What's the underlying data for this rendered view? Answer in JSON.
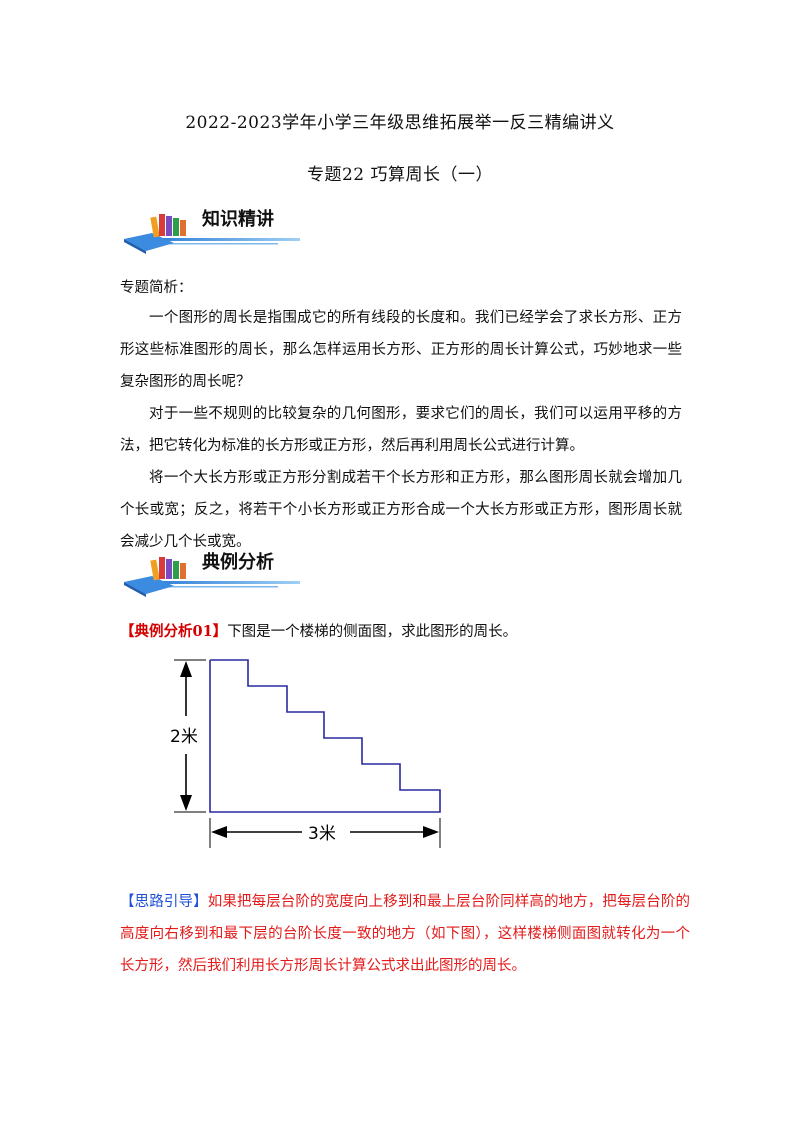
{
  "header": {
    "title": "2022-2023学年小学三年级思维拓展举一反三精编讲义",
    "subtitle": "专题22 巧算周长（一）"
  },
  "sections": {
    "knowledge": "知识精讲",
    "examples": "典例分析"
  },
  "knowledge": {
    "heading": "专题简析：",
    "p1": "一个图形的周长是指围成它的所有线段的长度和。我们已经学会了求长方形、正方形这些标准图形的周长，那么怎样运用长方形、正方形的周长计算公式，巧妙地求一些复杂图形的周长呢？",
    "p2": "对于一些不规则的比较复杂的几何图形，要求它们的周长，我们可以运用平移的方法，把它转化为标准的长方形或正方形，然后再利用周长公式进行计算。",
    "p3": "将一个大长方形或正方形分割成若干个长方形和正方形，那么图形周长就会增加几个长或宽；反之，将若干个小长方形或正方形合成一个大长方形或正方形，图形周长就会减少几个长或宽。"
  },
  "example1": {
    "tag": "【典例分析01】",
    "text": "下图是一个楼梯的侧面图，求此图形的周长。",
    "figure": {
      "height_label": "2米",
      "width_label": "3米",
      "stroke_color": "#2a2aa0"
    }
  },
  "guide": {
    "tag": "【思路引导】",
    "text": "如果把每层台阶的宽度向上移到和最上层台阶同样高的地方，把每层台阶的高度向右移到和最下层的台阶长度一致的地方（如下图），这样楼梯侧面图就转化为一个长方形，然后我们利用长方形周长计算公式求出此图形的周长。"
  },
  "colors": {
    "tag_red": "#d40000",
    "guide_red": "#e31b1b",
    "guide_blue": "#1e4fd8"
  }
}
